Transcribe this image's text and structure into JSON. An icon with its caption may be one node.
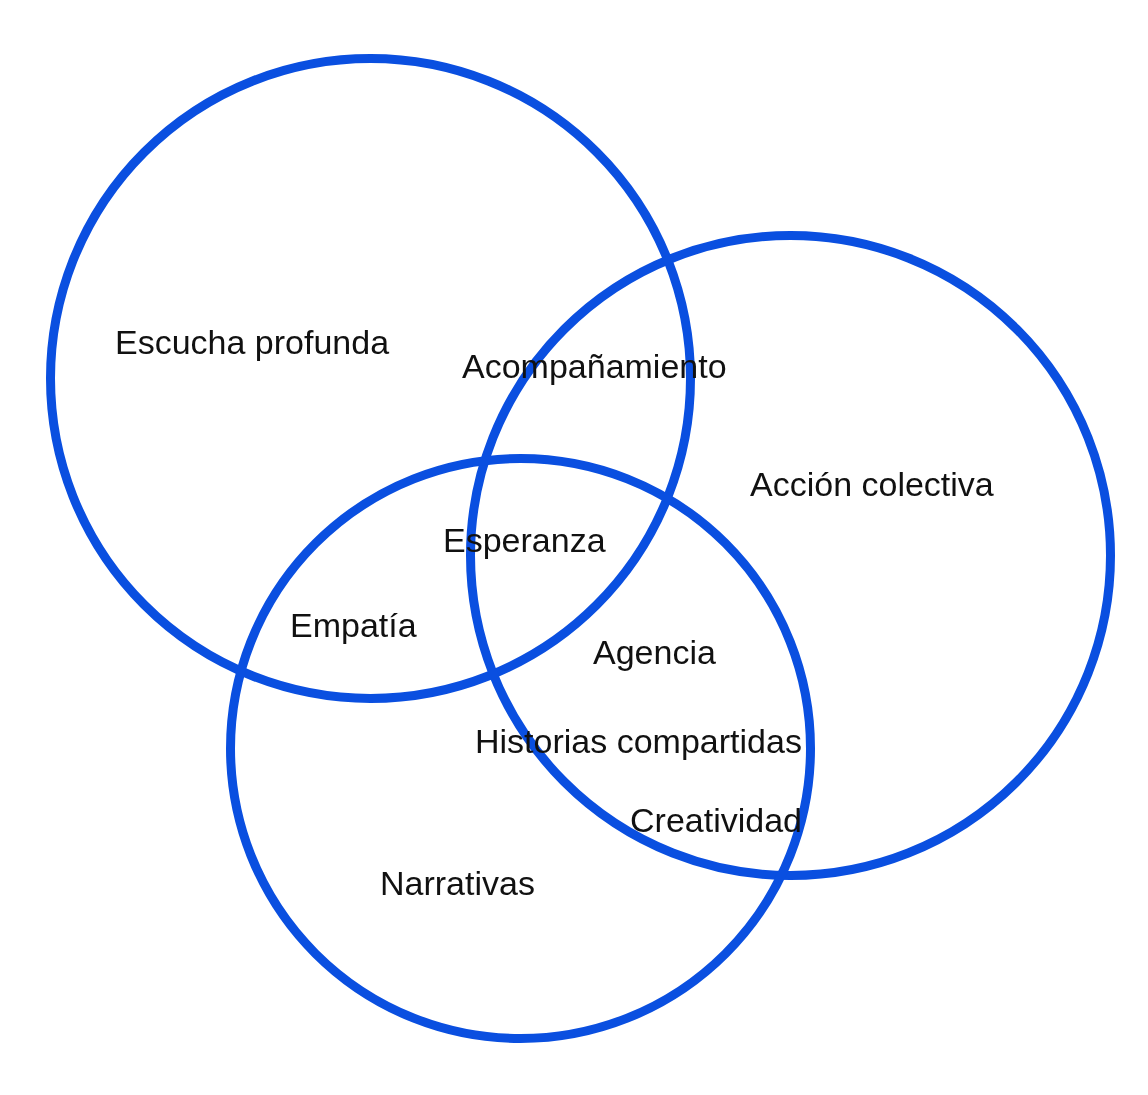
{
  "diagram": {
    "nodes": [
      {
        "text": [
          "Escucha profunda"
        ]
      },
      {
        "text": [
          "Acción colectiva"
        ]
      },
      {
        "text": [
          "Narrativas"
        ]
      }
    ],
    "labels": [
      "Acompañamiento",
      "Esperanza",
      "Empatía",
      "Agencia",
      "Historias compartidas",
      "Creatividad"
    ]
  }
}
